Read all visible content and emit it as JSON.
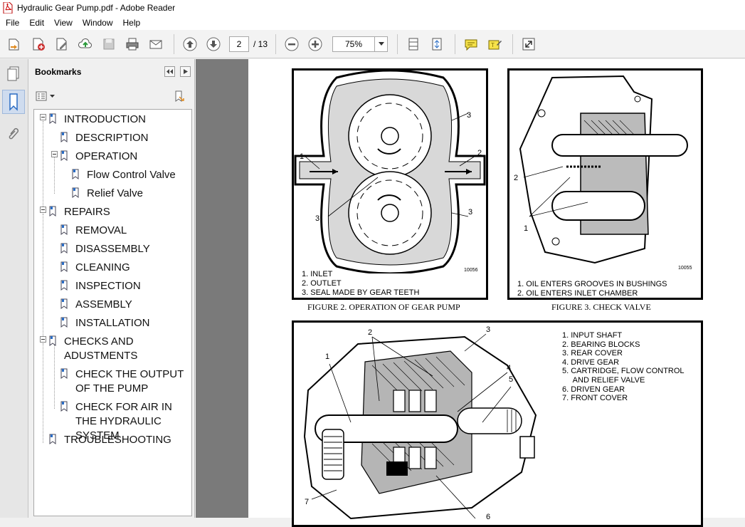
{
  "window": {
    "title": "Hydraulic Gear Pump.pdf - Adobe Reader"
  },
  "menu": [
    "File",
    "Edit",
    "View",
    "Window",
    "Help"
  ],
  "toolbar": {
    "page_current": "2",
    "page_total": "/ 13",
    "zoom": "75%"
  },
  "bookmarks_panel": {
    "title": "Bookmarks",
    "items": [
      "INTRODUCTION",
      "DESCRIPTION",
      "OPERATION",
      "Flow Control Valve",
      "Relief Valve",
      "REPAIRS",
      "REMOVAL",
      "DISASSEMBLY",
      "CLEANING",
      "INSPECTION",
      "ASSEMBLY",
      "INSTALLATION",
      "CHECKS AND ADUSTMENTS",
      "CHECK THE OUTPUT OF THE PUMP",
      "CHECK FOR AIR IN THE HYDRAULIC SYSTEM",
      "TROUBLESHOOTING"
    ]
  },
  "figures": {
    "fig2": {
      "caption": "FIGURE 2. OPERATION OF GEAR PUMP",
      "code": "10056",
      "legend": [
        "1.  INLET",
        "2.  OUTLET",
        "3.  SEAL MADE BY GEAR TEETH"
      ],
      "callouts": [
        "1",
        "2",
        "3",
        "3",
        "3"
      ]
    },
    "fig3": {
      "caption": "FIGURE 3. CHECK VALVE",
      "code": "10055",
      "legend": [
        "1.  OIL ENTERS GROOVES IN BUSHINGS",
        "2.  OIL ENTERS INLET CHAMBER"
      ],
      "callouts": [
        "2",
        "1"
      ]
    },
    "fig4": {
      "legend": [
        "1.  INPUT SHAFT",
        "2.  BEARING BLOCKS",
        "3.  REAR COVER",
        "4.  DRIVE GEAR",
        "5.  CARTRIDGE, FLOW CONTROL",
        "     AND RELIEF VALVE",
        "6.  DRIVEN GEAR",
        "7.  FRONT COVER"
      ],
      "callouts": [
        "1",
        "2",
        "3",
        "4",
        "5",
        "6",
        "7"
      ]
    }
  },
  "colors": {
    "accent": "#2a6cc4",
    "viewer_bg": "#7a7a7a"
  }
}
